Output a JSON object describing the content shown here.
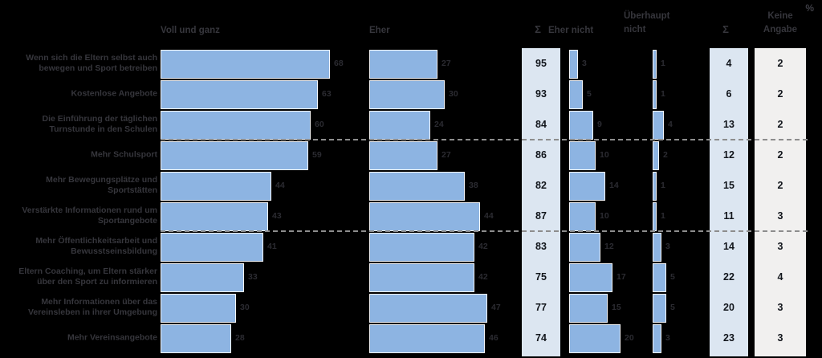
{
  "percent_label": "%",
  "headers": {
    "col1": "Voll und ganz",
    "col2": "Eher",
    "sum1": "Σ",
    "col3": "Eher nicht",
    "col4_line1": "Überhaupt",
    "col4_line2": "nicht",
    "sum2": "Σ",
    "ka_line1": "Keine",
    "ka_line2": "Angabe"
  },
  "colors": {
    "background": "#000000",
    "bar_fill": "#8DB4E2",
    "bar_border": "#F4F6FA",
    "sum_strip_bg": "#DCE6F1",
    "keine_angabe_strip_bg": "#F1F0EF",
    "dashed_line": "#8D8D8D"
  },
  "chart_data": {
    "type": "bar",
    "orientation": "horizontal",
    "unit": "%",
    "title": "",
    "categories": [
      "Wenn sich die Eltern selbst auch bewegen und Sport betreiben",
      "Kostenlose Angebote",
      "Die Einführung der täglichen Turnstunde in den Schulen",
      "Mehr Schulsport",
      "Mehr Bewegungsplätze und Sportstätten",
      "Verstärkte Informationen rund um Sportangebote",
      "Mehr Öffentlichkeitsarbeit und Bewusstseinsbildung",
      "Eltern Coaching, um Eltern stärker über den Sport zu informieren",
      "Mehr Informationen über das Vereinsleben in ihrer Umgebung",
      "Mehr Vereinsangebote"
    ],
    "category_lines": [
      [
        "Wenn sich die Eltern selbst auch",
        "bewegen und Sport betreiben"
      ],
      [
        "Kostenlose Angebote"
      ],
      [
        "Die Einführung der täglichen",
        "Turnstunde in den Schulen"
      ],
      [
        "Mehr Schulsport"
      ],
      [
        "Mehr Bewegungsplätze und",
        "Sportstätten"
      ],
      [
        "Verstärkte Informationen rund um",
        "Sportangebote"
      ],
      [
        "Mehr Öffentlichkeitsarbeit und",
        "Bewusstseinsbildung"
      ],
      [
        "Eltern Coaching, um Eltern stärker",
        "über den Sport zu informieren"
      ],
      [
        "Mehr Informationen über das",
        "Vereinsleben in ihrer Umgebung"
      ],
      [
        "Mehr Vereinsangebote"
      ]
    ],
    "series": [
      {
        "name": "Voll und ganz",
        "values": [
          68,
          63,
          60,
          59,
          44,
          43,
          41,
          33,
          30,
          28
        ]
      },
      {
        "name": "Eher",
        "values": [
          27,
          30,
          24,
          27,
          38,
          44,
          42,
          42,
          47,
          46
        ]
      },
      {
        "name": "Σ",
        "values": [
          95,
          93,
          84,
          86,
          82,
          87,
          83,
          75,
          77,
          74
        ]
      },
      {
        "name": "Eher nicht",
        "values": [
          3,
          5,
          9,
          10,
          14,
          10,
          12,
          17,
          15,
          20
        ]
      },
      {
        "name": "Überhaupt nicht",
        "values": [
          1,
          1,
          4,
          2,
          1,
          1,
          3,
          5,
          5,
          3
        ]
      },
      {
        "name": "Σ",
        "values": [
          4,
          6,
          13,
          12,
          15,
          11,
          14,
          22,
          20,
          23
        ]
      },
      {
        "name": "Keine Angabe",
        "values": [
          2,
          2,
          2,
          2,
          2,
          3,
          3,
          4,
          3,
          3
        ]
      }
    ],
    "value_labels_shown": true,
    "separator_after_rows": [
      3,
      6
    ],
    "xlim_per_panel": [
      0,
      100
    ]
  }
}
